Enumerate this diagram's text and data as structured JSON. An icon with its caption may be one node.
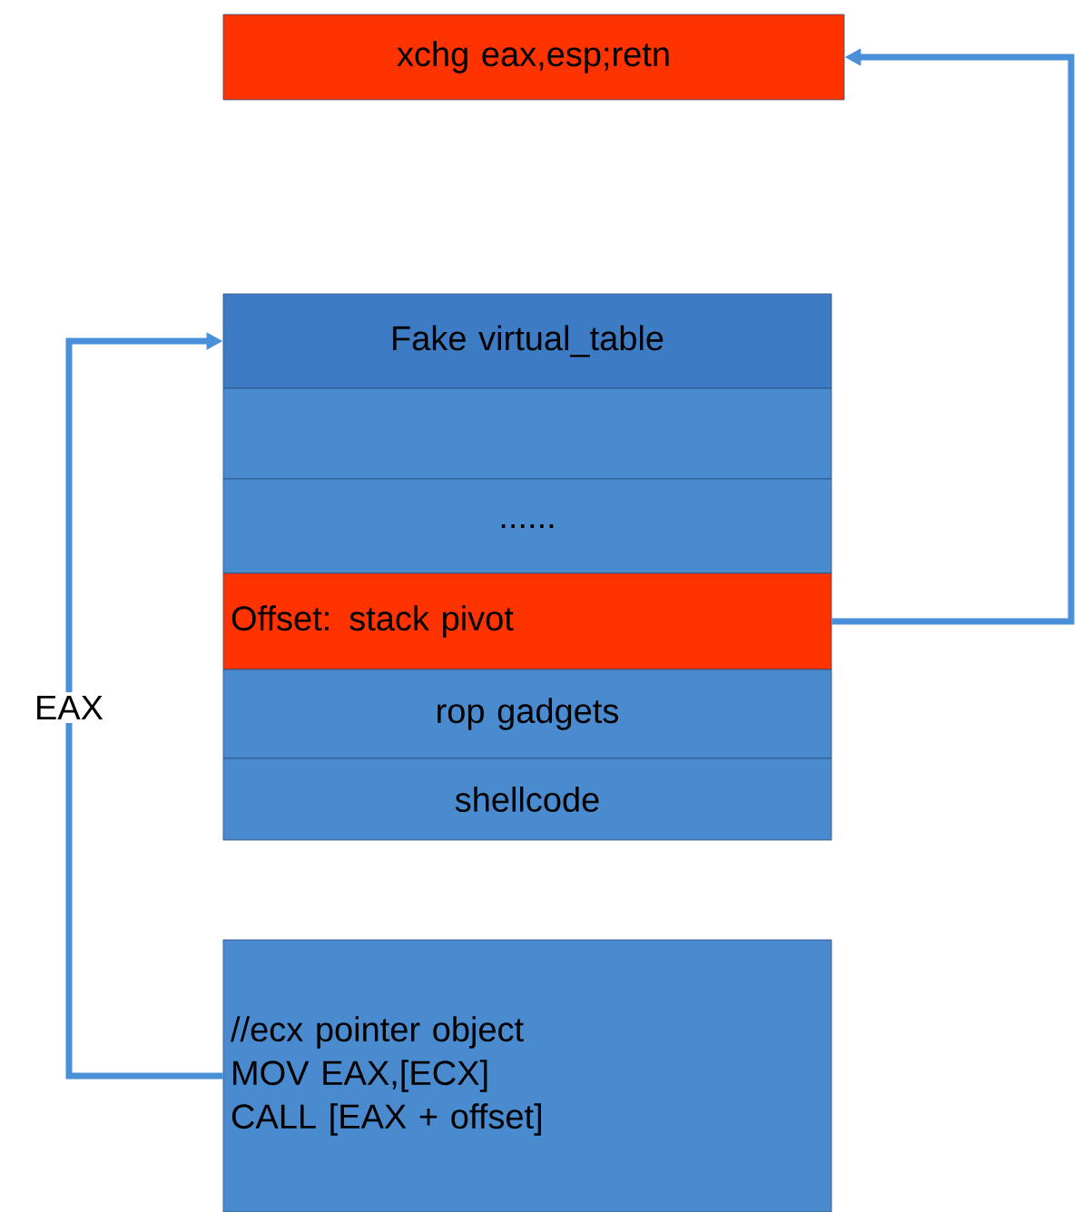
{
  "diagram": {
    "nodes": [
      {
        "text": [
          "xchg eax,esp;retn"
        ]
      },
      {
        "text": [
          "Fake virtual_table"
        ]
      },
      {
        "text": [],
        "shape": "box"
      },
      {
        "text": [
          "......"
        ]
      },
      {
        "text": [
          "Offset: stack pivot"
        ]
      },
      {
        "text": [
          "rop gadgets"
        ]
      },
      {
        "text": [
          "shellcode"
        ]
      },
      {
        "text": [
          "//ecx pointer  object",
          "MOV EAX,[ECX]",
          "CALL [EAX + offset]"
        ]
      }
    ],
    "edges": [
      {
        "from": 4,
        "to": 0,
        "arrow": "to"
      },
      {
        "from": 7,
        "to": 1,
        "arrow": "to",
        "label": "EAX"
      }
    ]
  }
}
